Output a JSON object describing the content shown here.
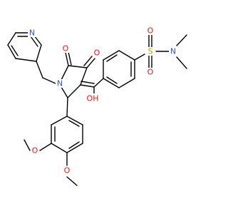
{
  "molecule": {
    "atoms": {
      "O_sulfonyl_top": {
        "text": "O",
        "color": "#ff0d0d"
      },
      "S": {
        "text": "S",
        "color": "#b8a000"
      },
      "O_sulfonyl_bottom": {
        "text": "O",
        "color": "#ff0d0d"
      },
      "N_sulfonamide": {
        "text": "N",
        "color": "#3050f8"
      },
      "O_lactam": {
        "text": "O",
        "color": "#ff0d0d"
      },
      "O_ketone": {
        "text": "O",
        "color": "#ff0d0d"
      },
      "N_pyrrolidine": {
        "text": "N",
        "color": "#3050f8"
      },
      "N_pyridine": {
        "text": "N",
        "color": "#3050f8"
      },
      "OH": {
        "text": "OH",
        "color": "#ff0d0d"
      },
      "O_methoxy_3": {
        "text": "O",
        "color": "#ff0d0d"
      },
      "O_methoxy_4": {
        "text": "O",
        "color": "#ff0d0d"
      }
    }
  }
}
